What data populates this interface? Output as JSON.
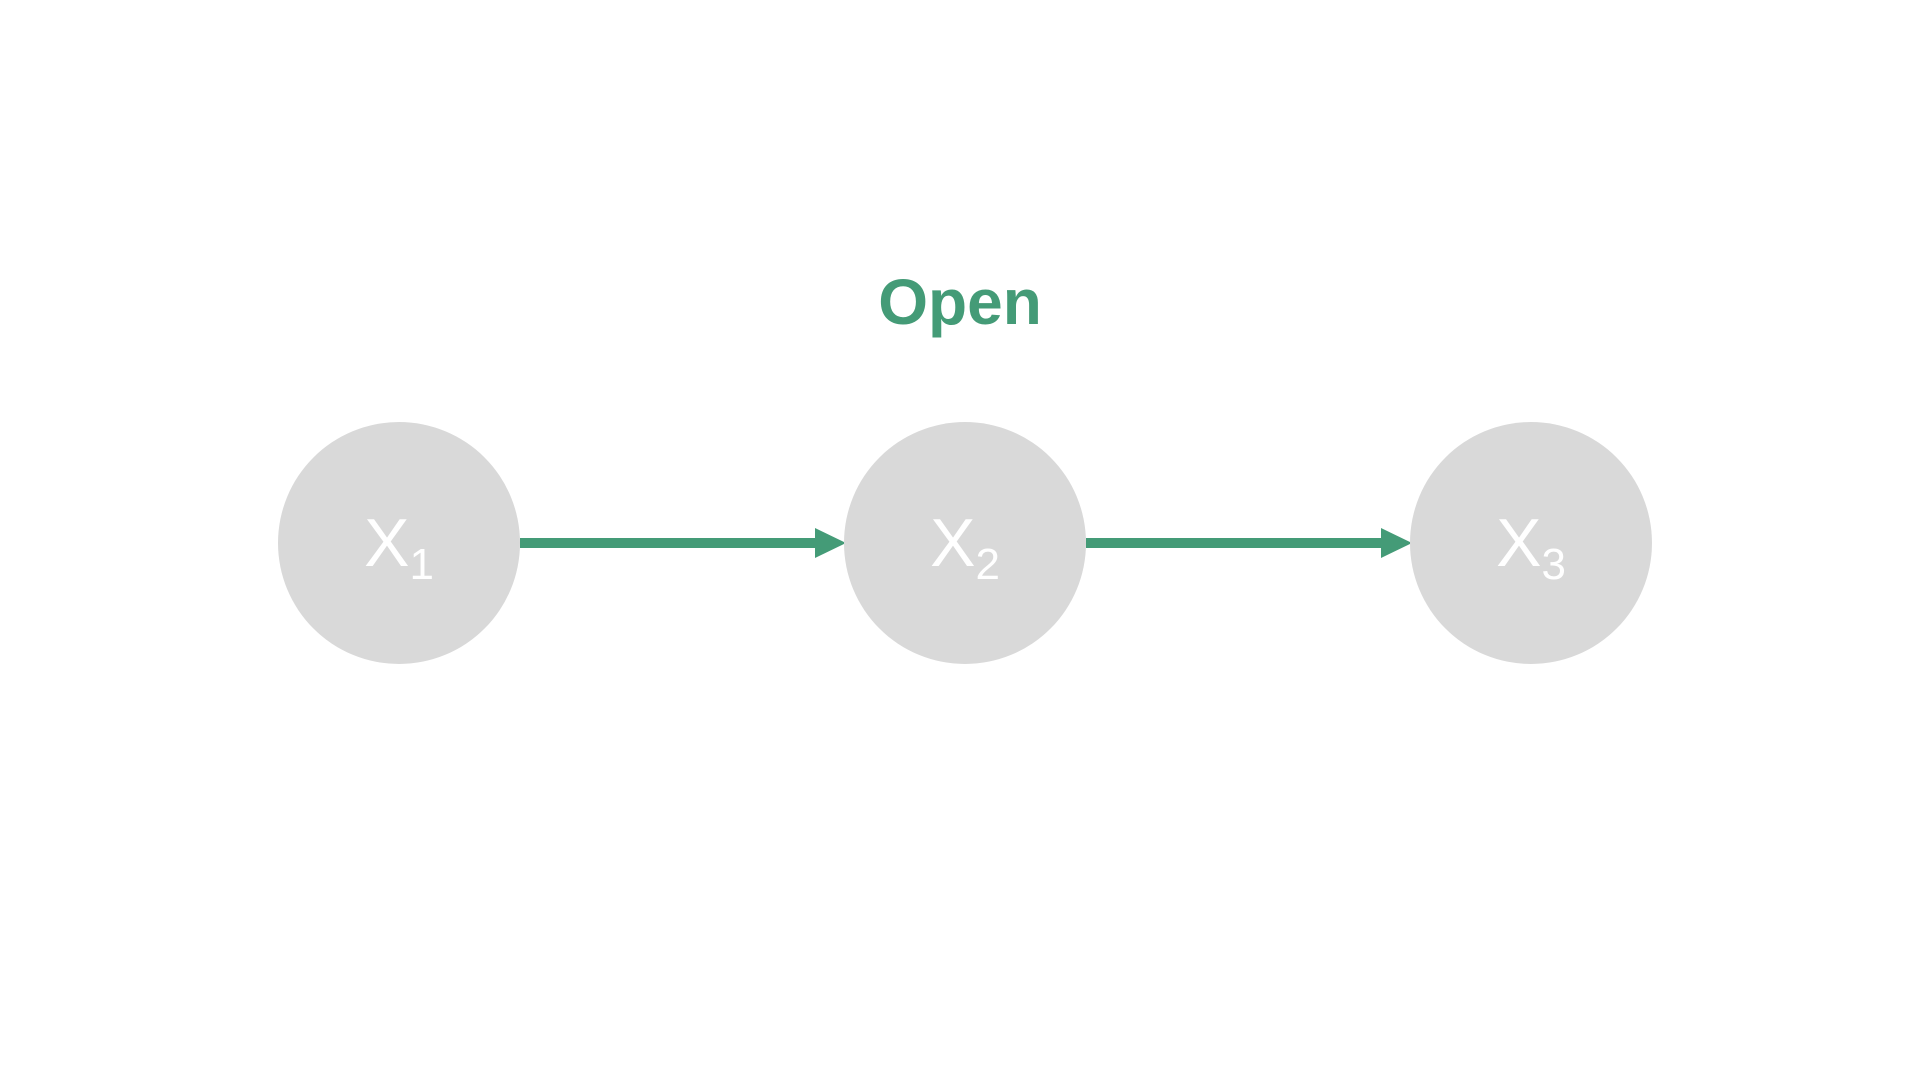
{
  "diagram": {
    "title": "Open",
    "accent_color": "#449b77",
    "node_color": "#d9d9d9",
    "node_text_color": "#ffffff",
    "nodes": [
      {
        "letter": "X",
        "subscript": "1"
      },
      {
        "letter": "X",
        "subscript": "2"
      },
      {
        "letter": "X",
        "subscript": "3"
      }
    ],
    "edges": [
      {
        "from": "X1",
        "to": "X2"
      },
      {
        "from": "X2",
        "to": "X3"
      }
    ]
  }
}
